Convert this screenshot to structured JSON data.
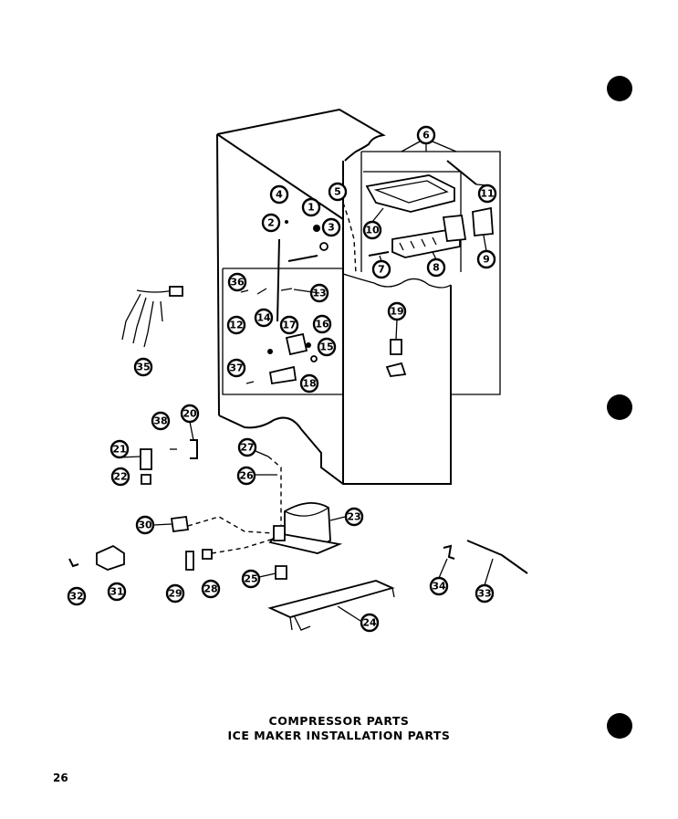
{
  "captions": {
    "line1": "COMPRESSOR PARTS",
    "line2": "ICE MAKER INSTALLATION PARTS"
  },
  "page_number": "26",
  "callouts": [
    "1",
    "2",
    "3",
    "4",
    "5",
    "6",
    "7",
    "8",
    "9",
    "10",
    "11",
    "12",
    "13",
    "14",
    "15",
    "16",
    "17",
    "18",
    "19",
    "20",
    "21",
    "22",
    "23",
    "24",
    "25",
    "26",
    "27",
    "28",
    "29",
    "30",
    "31",
    "32",
    "33",
    "34",
    "35",
    "36",
    "37",
    "38"
  ],
  "colors": {
    "ink": "#000000",
    "paper": "#ffffff"
  }
}
